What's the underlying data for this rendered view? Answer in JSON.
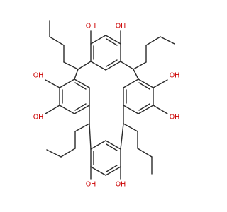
{
  "molecule": {
    "atom_labels": {
      "hydroxyl": "OH"
    },
    "colors": {
      "bond": "#2b2b2b",
      "oxygen": "#cc0000",
      "background": "#ffffff"
    },
    "hydroxyl_groups": [
      {
        "id": "oh-top-left"
      },
      {
        "id": "oh-top-right"
      },
      {
        "id": "oh-left-upper"
      },
      {
        "id": "oh-left-lower"
      },
      {
        "id": "oh-right-upper"
      },
      {
        "id": "oh-right-lower"
      },
      {
        "id": "oh-bottom-left"
      },
      {
        "id": "oh-bottom-right"
      }
    ]
  }
}
